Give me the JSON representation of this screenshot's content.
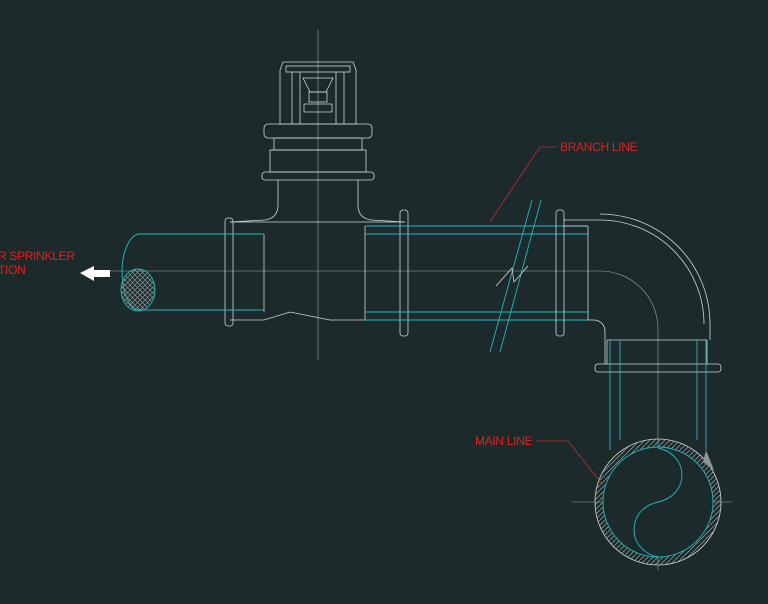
{
  "labels": {
    "branch_line": "BRANCH LINE",
    "main_line": "MAIN LINE",
    "sprinkler_line1": "R SPRINKLER",
    "sprinkler_line2": "TION"
  },
  "colors": {
    "background": "#1c2a2b",
    "outline": "#cfd6d6",
    "pipe": "#1fb8c2",
    "label": "#e0211e",
    "leader": "#b8312c",
    "hatch": "#8a9696",
    "arrow": "#ffffff"
  },
  "icons": {
    "flow_arrow": "left-arrow-icon"
  }
}
